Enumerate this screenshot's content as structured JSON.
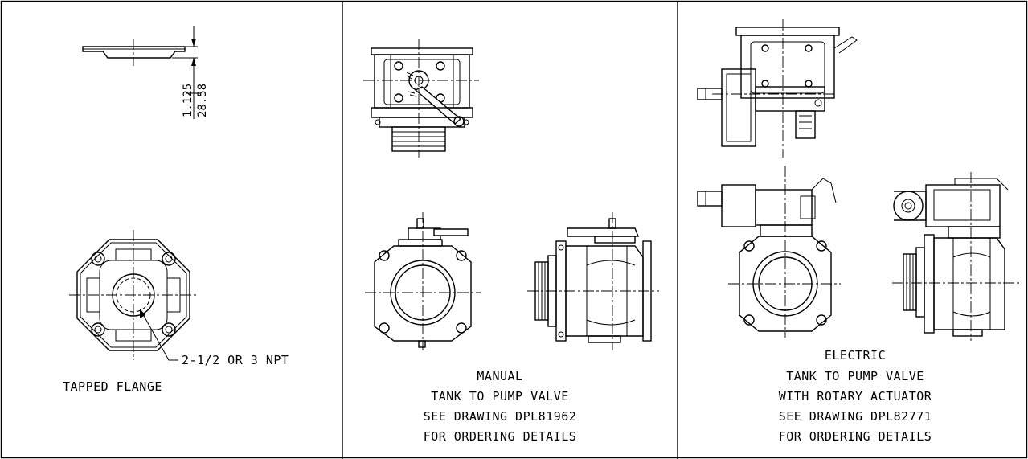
{
  "panels": {
    "flange": {
      "dimension_in": "1.125",
      "dimension_mm": "28.58",
      "callout": "2-1/2 OR 3 NPT",
      "caption": "TAPPED FLANGE"
    },
    "manual": {
      "caption_lines": [
        "MANUAL",
        "TANK TO PUMP VALVE",
        "SEE DRAWING DPL81962",
        "FOR ORDERING DETAILS"
      ]
    },
    "electric": {
      "caption_lines": [
        "ELECTRIC",
        "TANK TO PUMP VALVE",
        "WITH ROTARY ACTUATOR",
        "SEE DRAWING DPL82771",
        "FOR ORDERING DETAILS"
      ]
    }
  },
  "colors": {
    "line": "#000000",
    "background": "#ffffff"
  }
}
